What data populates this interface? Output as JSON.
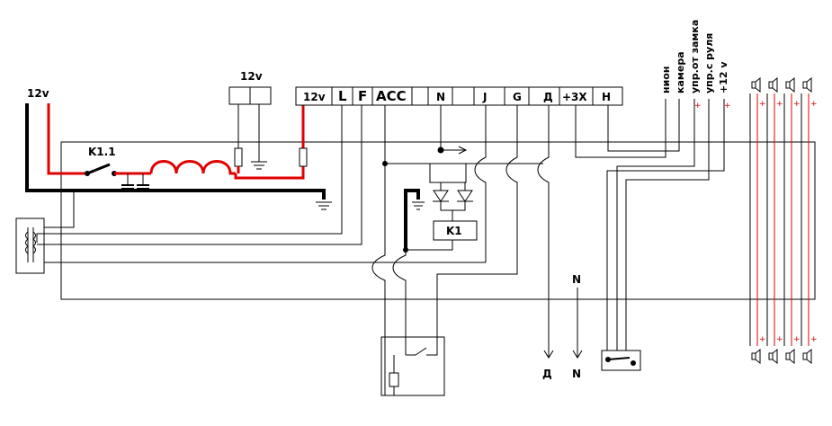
{
  "power": {
    "top_left_12v": "12v",
    "fuse_block_12v": "12v"
  },
  "relay": {
    "switch_label": "K1.1",
    "coil_label": "K1"
  },
  "terminals": [
    "12v",
    "L",
    "F",
    "ACC",
    "N",
    "J",
    "G",
    "Д",
    "+3X",
    "H"
  ],
  "vertical_labels": [
    "нион",
    "камера",
    "упр.от замка",
    "упр.с руля",
    "+12 v"
  ],
  "speaker_plus": "+",
  "outputs": {
    "d_label": "Д",
    "n_label": "N",
    "n_top_label": "N"
  }
}
